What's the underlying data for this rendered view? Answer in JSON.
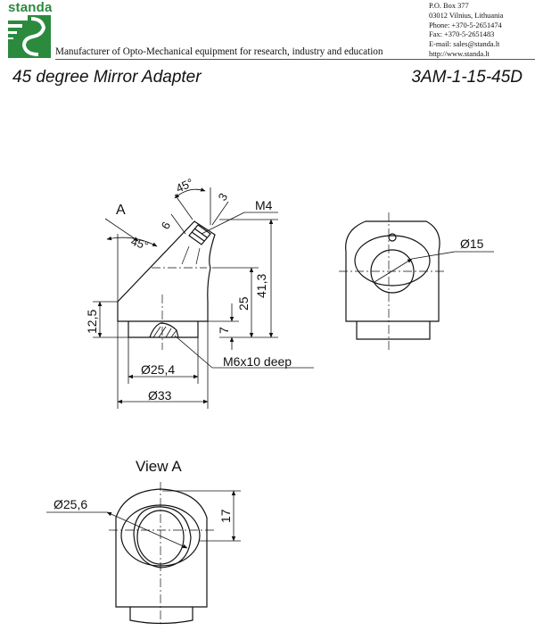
{
  "header": {
    "logo_text": "standa",
    "tagline": "Manufacturer of Opto-Mechanical equipment for research, industry and education",
    "contact": [
      "P.O. Box 377",
      "03012 Vilnius, Lithuania",
      "Phone: +370-5-2651474",
      "Fax: +370-5-2651483",
      "E-mail: sales@standa.lt",
      "http://www.standa.lt"
    ]
  },
  "title": "45 degree Mirror Adapter",
  "part_number": "3AM-1-15-45D",
  "side_view": {
    "view_arrow": "A",
    "angle_top": "45°",
    "angle_side": "45°",
    "dim_3": "3",
    "dim_6": "6",
    "thread_label": "M4",
    "dim_41_3": "41,3",
    "dim_25": "25",
    "dim_12_5": "12,5",
    "dim_7": "7",
    "dim_d25_4": "Ø25,4",
    "dim_d33": "Ø33",
    "base_thread": "M6x10 deep"
  },
  "front_view": {
    "dim_d15": "Ø15"
  },
  "view_a": {
    "label": "View A",
    "dim_d25_6": "Ø25,6",
    "dim_17": "17"
  },
  "colors": {
    "brand_green": "#2b8a3e",
    "line": "#111111"
  }
}
